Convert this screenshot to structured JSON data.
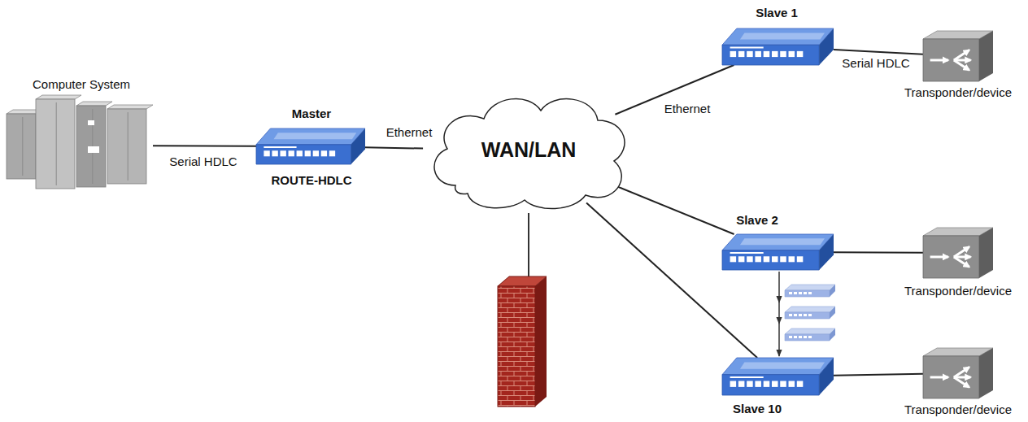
{
  "diagram": {
    "nodes": [
      {
        "text": [
          "Computer System"
        ]
      },
      {
        "text": [
          "Master",
          "ROUTE-HDLC"
        ]
      },
      {
        "text": [
          "WAN/LAN"
        ]
      },
      {
        "text": [
          "Slave 1"
        ]
      },
      {
        "text": [
          "Transponder/device"
        ]
      },
      {
        "text": [
          "Slave 2"
        ]
      },
      {
        "text": [
          "Transponder/device"
        ]
      },
      {
        "text": [
          "Slave 10"
        ]
      },
      {
        "text": [
          "Transponder/device"
        ]
      }
    ],
    "edges": [
      {
        "from": 0,
        "to": 1,
        "arrow": "none",
        "label": "Serial HDLC"
      },
      {
        "from": 1,
        "to": 2,
        "arrow": "none",
        "label": "Ethernet"
      },
      {
        "from": 2,
        "to": 3,
        "arrow": "none",
        "label": "Ethernet"
      },
      {
        "from": 3,
        "to": 4,
        "arrow": "none",
        "label": "Serial HDLC"
      },
      {
        "from": 2,
        "to": 5,
        "arrow": "none"
      },
      {
        "from": 2,
        "to": 7,
        "arrow": "none"
      },
      {
        "from": 5,
        "to": 6,
        "arrow": "none"
      },
      {
        "from": 7,
        "to": 8,
        "arrow": "none"
      }
    ]
  }
}
